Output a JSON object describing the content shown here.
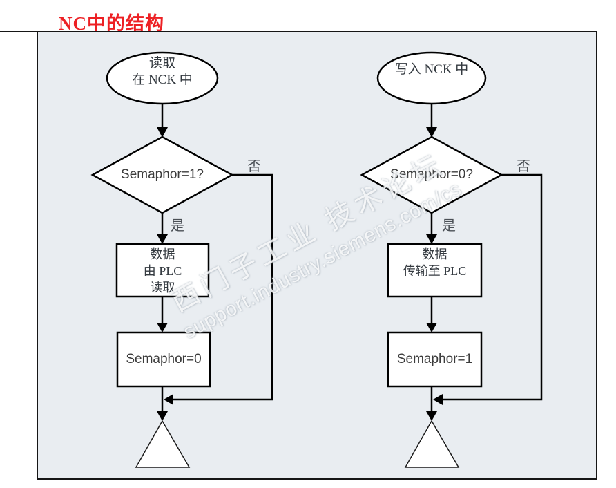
{
  "page_title": "NC中的结构",
  "colors": {
    "title_red": "#ed2024",
    "panel_background": "#e9edf1",
    "line_black": "#000000",
    "text_dark": "#343a40"
  },
  "diagram": {
    "left": {
      "start_line1": "读取",
      "start_line2": "在 NCK 中",
      "decision": "Semaphor=1?",
      "no_label": "否",
      "yes_label": "是",
      "process_line1": "数据",
      "process_line2": "由 PLC",
      "process_line3": "读取",
      "assign": "Semaphor=0"
    },
    "right": {
      "start_line1": "写入 NCK 中",
      "decision": "Semaphor=0?",
      "no_label": "否",
      "yes_label": "是",
      "process_line1": "数据",
      "process_line2": "传输至 PLC",
      "assign": "Semaphor=1"
    }
  },
  "watermark": {
    "cn_line": "西门子工业 技术论坛",
    "url_line": "support.industry.siemens.com/cs"
  }
}
